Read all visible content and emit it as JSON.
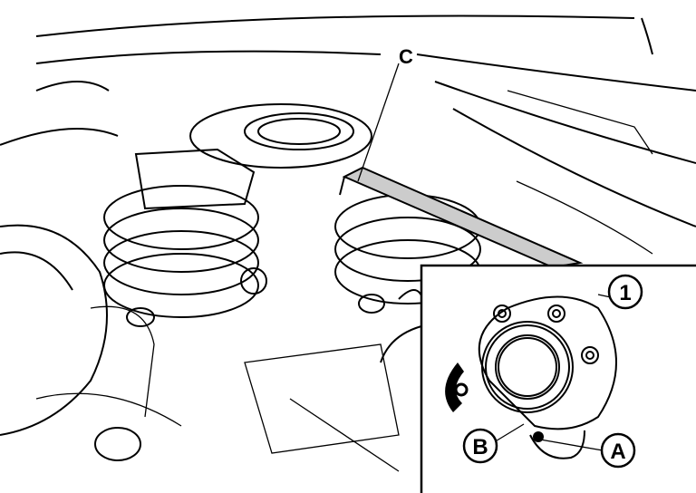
{
  "callouts": {
    "c": "C",
    "one": "1",
    "a": "A",
    "b": "B"
  },
  "colors": {
    "line": "#000000",
    "background": "#ffffff"
  }
}
